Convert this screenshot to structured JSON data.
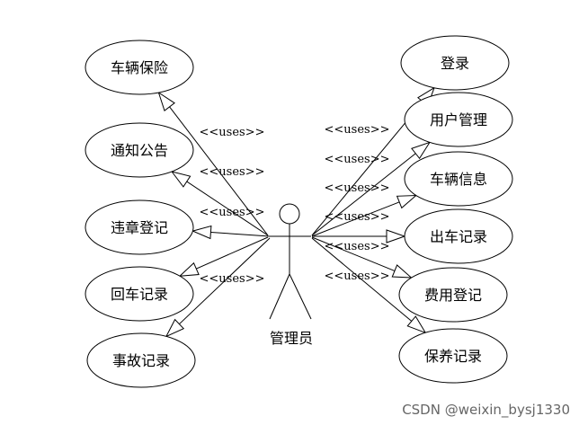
{
  "actor": {
    "label": "管理员"
  },
  "stereotype": "<<uses>>",
  "left_use_cases": [
    {
      "label": "车辆保险"
    },
    {
      "label": "通知公告"
    },
    {
      "label": "违章登记"
    },
    {
      "label": "回车记录"
    },
    {
      "label": "事故记录"
    }
  ],
  "right_use_cases": [
    {
      "label": "登录"
    },
    {
      "label": "用户管理"
    },
    {
      "label": "车辆信息"
    },
    {
      "label": "出车记录"
    },
    {
      "label": "费用登记"
    },
    {
      "label": "保养记录"
    }
  ],
  "watermark": "CSDN @weixin_bysj1330"
}
